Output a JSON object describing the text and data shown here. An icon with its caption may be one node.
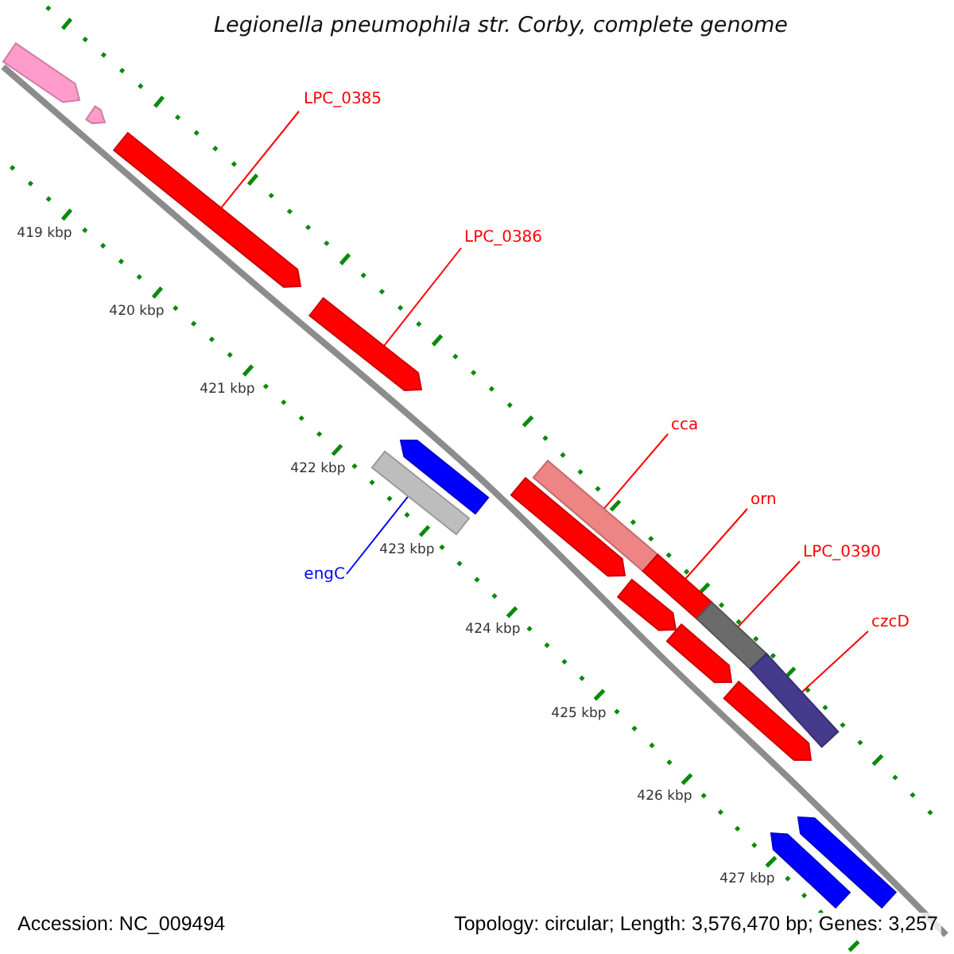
{
  "diagram": {
    "title": "Legionella pneumophila str. Corby, complete genome",
    "nodes": [
      {
        "text": [],
        "shape": "pentagon"
      },
      {
        "text": [],
        "shape": "pentagon"
      },
      {
        "text": [
          "LPC_0385"
        ]
      },
      {
        "text": [],
        "shape": "pentagon"
      },
      {
        "text": [
          "LPC_0386"
        ]
      },
      {
        "text": [],
        "shape": "pentagon"
      },
      {
        "text": [
          "cca"
        ]
      },
      {
        "text": [],
        "shape": "pentagon"
      },
      {
        "text": [],
        "shape": "bar"
      },
      {
        "text": [],
        "shape": "bar"
      },
      {
        "text": [],
        "shape": "pentagon"
      },
      {
        "text": [
          "orn"
        ]
      },
      {
        "text": [],
        "shape": "bar"
      },
      {
        "text": [
          "LPC_0390"
        ]
      },
      {
        "text": [
          "engC"
        ]
      },
      {
        "text": [],
        "shape": "pentagon"
      },
      {
        "text": [],
        "shape": "bar"
      },
      {
        "text": [],
        "shape": "pentagon"
      },
      {
        "text": [
          "czcD"
        ]
      },
      {
        "text": [],
        "shape": "bar"
      },
      {
        "text": [],
        "shape": "pentagon"
      },
      {
        "text": [],
        "shape": "pentagon"
      },
      {
        "text": [],
        "shape": "pentagon"
      }
    ],
    "edges": [
      {
        "from": 2,
        "to": 3,
        "arrow": "none"
      },
      {
        "from": 4,
        "to": 5,
        "arrow": "none"
      },
      {
        "from": 6,
        "to": 9,
        "arrow": "none"
      },
      {
        "from": 11,
        "to": 12,
        "arrow": "none"
      },
      {
        "from": 13,
        "to": 16,
        "arrow": "none"
      },
      {
        "from": 14,
        "to": 8,
        "arrow": "none",
        "color": "#0000ff"
      },
      {
        "from": 18,
        "to": 19,
        "arrow": "none"
      }
    ],
    "labels": [
      "419 kbp",
      "420 kbp",
      "421 kbp",
      "422 kbp",
      "423 kbp",
      "424 kbp",
      "425 kbp",
      "426 kbp",
      "427 kbp",
      "Accession: NC_009494",
      "Topology: circular; Length: 3,576,470 bp; Genes: 3,257"
    ]
  }
}
